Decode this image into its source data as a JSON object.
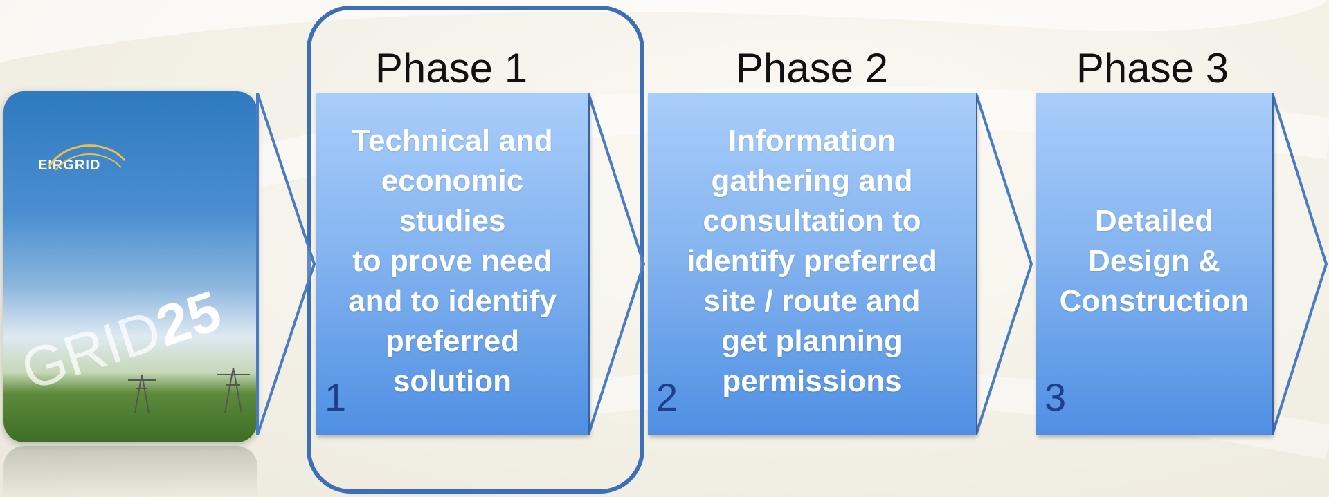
{
  "cover": {
    "logo": "EIRGRID",
    "title_part1": "GRID",
    "title_part2": "25"
  },
  "phases": [
    {
      "label": "Phase 1",
      "text": "Technical and\neconomic\nstudies\nto prove need\nand to identify\npreferred\nsolution",
      "number": "1"
    },
    {
      "label": "Phase 2",
      "text": "Information\ngathering and\nconsultation to\nidentify preferred\nsite / route and\nget planning\npermissions",
      "number": "2"
    },
    {
      "label": "Phase 3",
      "text": "Detailed\nDesign &\nConstruction",
      "number": "3"
    }
  ],
  "colors": {
    "box_top": "#a9cdfa",
    "box_bottom": "#4f8fe3",
    "outline": "#3d6fb6",
    "number": "#1f3f8a"
  }
}
